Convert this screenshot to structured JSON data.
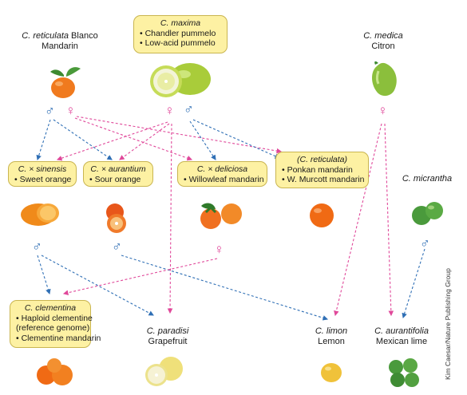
{
  "species": {
    "reticulata": {
      "latin": "C. reticulata",
      "rest": " Blanco",
      "common": "Mandarin"
    },
    "maxima": {
      "latin": "C. maxima",
      "items": [
        "• Chandler pummelo",
        "• Low-acid pummelo"
      ]
    },
    "medica": {
      "latin": "C. medica",
      "common": "Citron"
    },
    "sinensis": {
      "latin": "C. × sinensis",
      "items": [
        "• Sweet orange"
      ]
    },
    "aurantium": {
      "latin": "C. × aurantium",
      "items": [
        "• Sour orange"
      ]
    },
    "deliciosa": {
      "latin": "C. × deliciosa",
      "items": [
        "• Willowleaf mandarin"
      ]
    },
    "reticulata2": {
      "latin": "(C. reticulata)",
      "items": [
        "• Ponkan mandarin",
        "• W. Murcott mandarin"
      ]
    },
    "micrantha": {
      "latin": "C. micrantha"
    },
    "clementina": {
      "latin": "C. clementina",
      "items": [
        "• Haploid clementine",
        "(reference genome)",
        "• Clementine mandarin"
      ]
    },
    "paradisi": {
      "latin": "C. paradisi",
      "common": "Grapefruit"
    },
    "limon": {
      "latin": "C. limon",
      "common": "Lemon"
    },
    "aurantifolia": {
      "latin": "C. aurantifolia",
      "common": "Mexican lime"
    }
  },
  "symbols": {
    "male": "♂",
    "female": "♀"
  },
  "credit": "Kim Caesar/Nature Publishing Group",
  "colors": {
    "male_line": "#2f6fb5",
    "female_line": "#e0489a",
    "box_fill": "#fdf1a3",
    "box_border": "#c9b550"
  }
}
